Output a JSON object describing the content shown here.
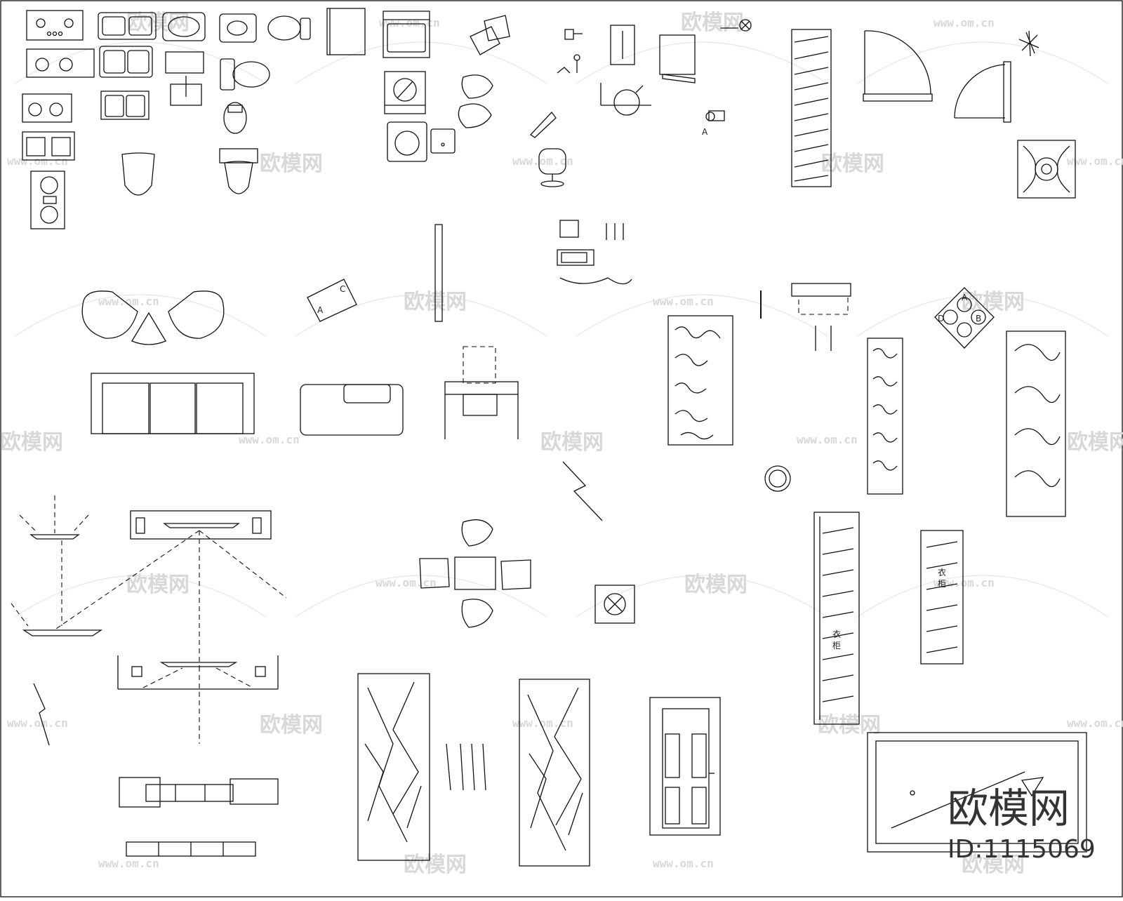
{
  "watermark": {
    "brand": "欧模网",
    "url": "www.om.cn",
    "id_text": "ID:1115069"
  },
  "labels": {
    "door_a": "A",
    "door_c": "C",
    "circle_a": "A",
    "circle_b": "B",
    "circle_d": "D",
    "wardrobe_1": "衣",
    "wardrobe_2": "柜",
    "wardrobe_3": "衣",
    "wardrobe_4": "柜",
    "sign_a": "A"
  },
  "colors": {
    "line": "#111111",
    "watermark": "#d8d8d8",
    "background": "#ffffff"
  }
}
